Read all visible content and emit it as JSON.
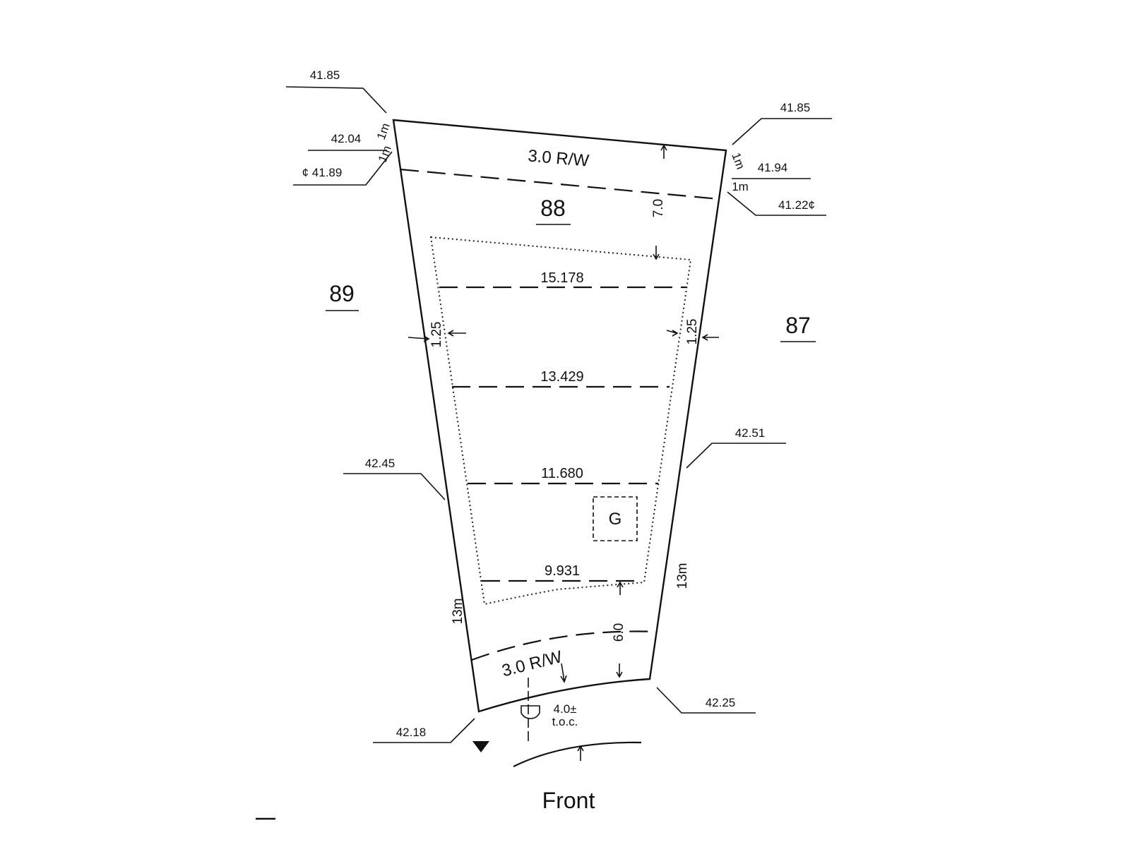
{
  "lots": {
    "center": "88",
    "left": "89",
    "right": "87"
  },
  "right_of_way": {
    "rear": "3.0 R/W",
    "front": "3.0 R/W"
  },
  "setbacks": {
    "rear": "7.0",
    "front": "6.0",
    "side_left": "1.25",
    "side_right": "1.25"
  },
  "widths": [
    "15.178",
    "13.429",
    "11.680",
    "9.931"
  ],
  "garage_label": "G",
  "side_lengths": {
    "left": "13m",
    "right": "13m"
  },
  "offsets": {
    "left_top": "1m",
    "left_bottom": "1m",
    "right_top": "1m",
    "right_bottom": "1m"
  },
  "elevations": {
    "top_left": "41.85",
    "left_1m": "42.04",
    "left_cl": "¢ 41.89",
    "top_right": "41.85",
    "right_1m": "41.94",
    "right_cl": "41.22¢",
    "mid_left": "42.45",
    "mid_right": "42.51",
    "bottom_left": "42.18",
    "bottom_right": "42.25"
  },
  "curb": {
    "distance": "4.0±",
    "note": "t.o.c."
  },
  "front_label": "Front"
}
